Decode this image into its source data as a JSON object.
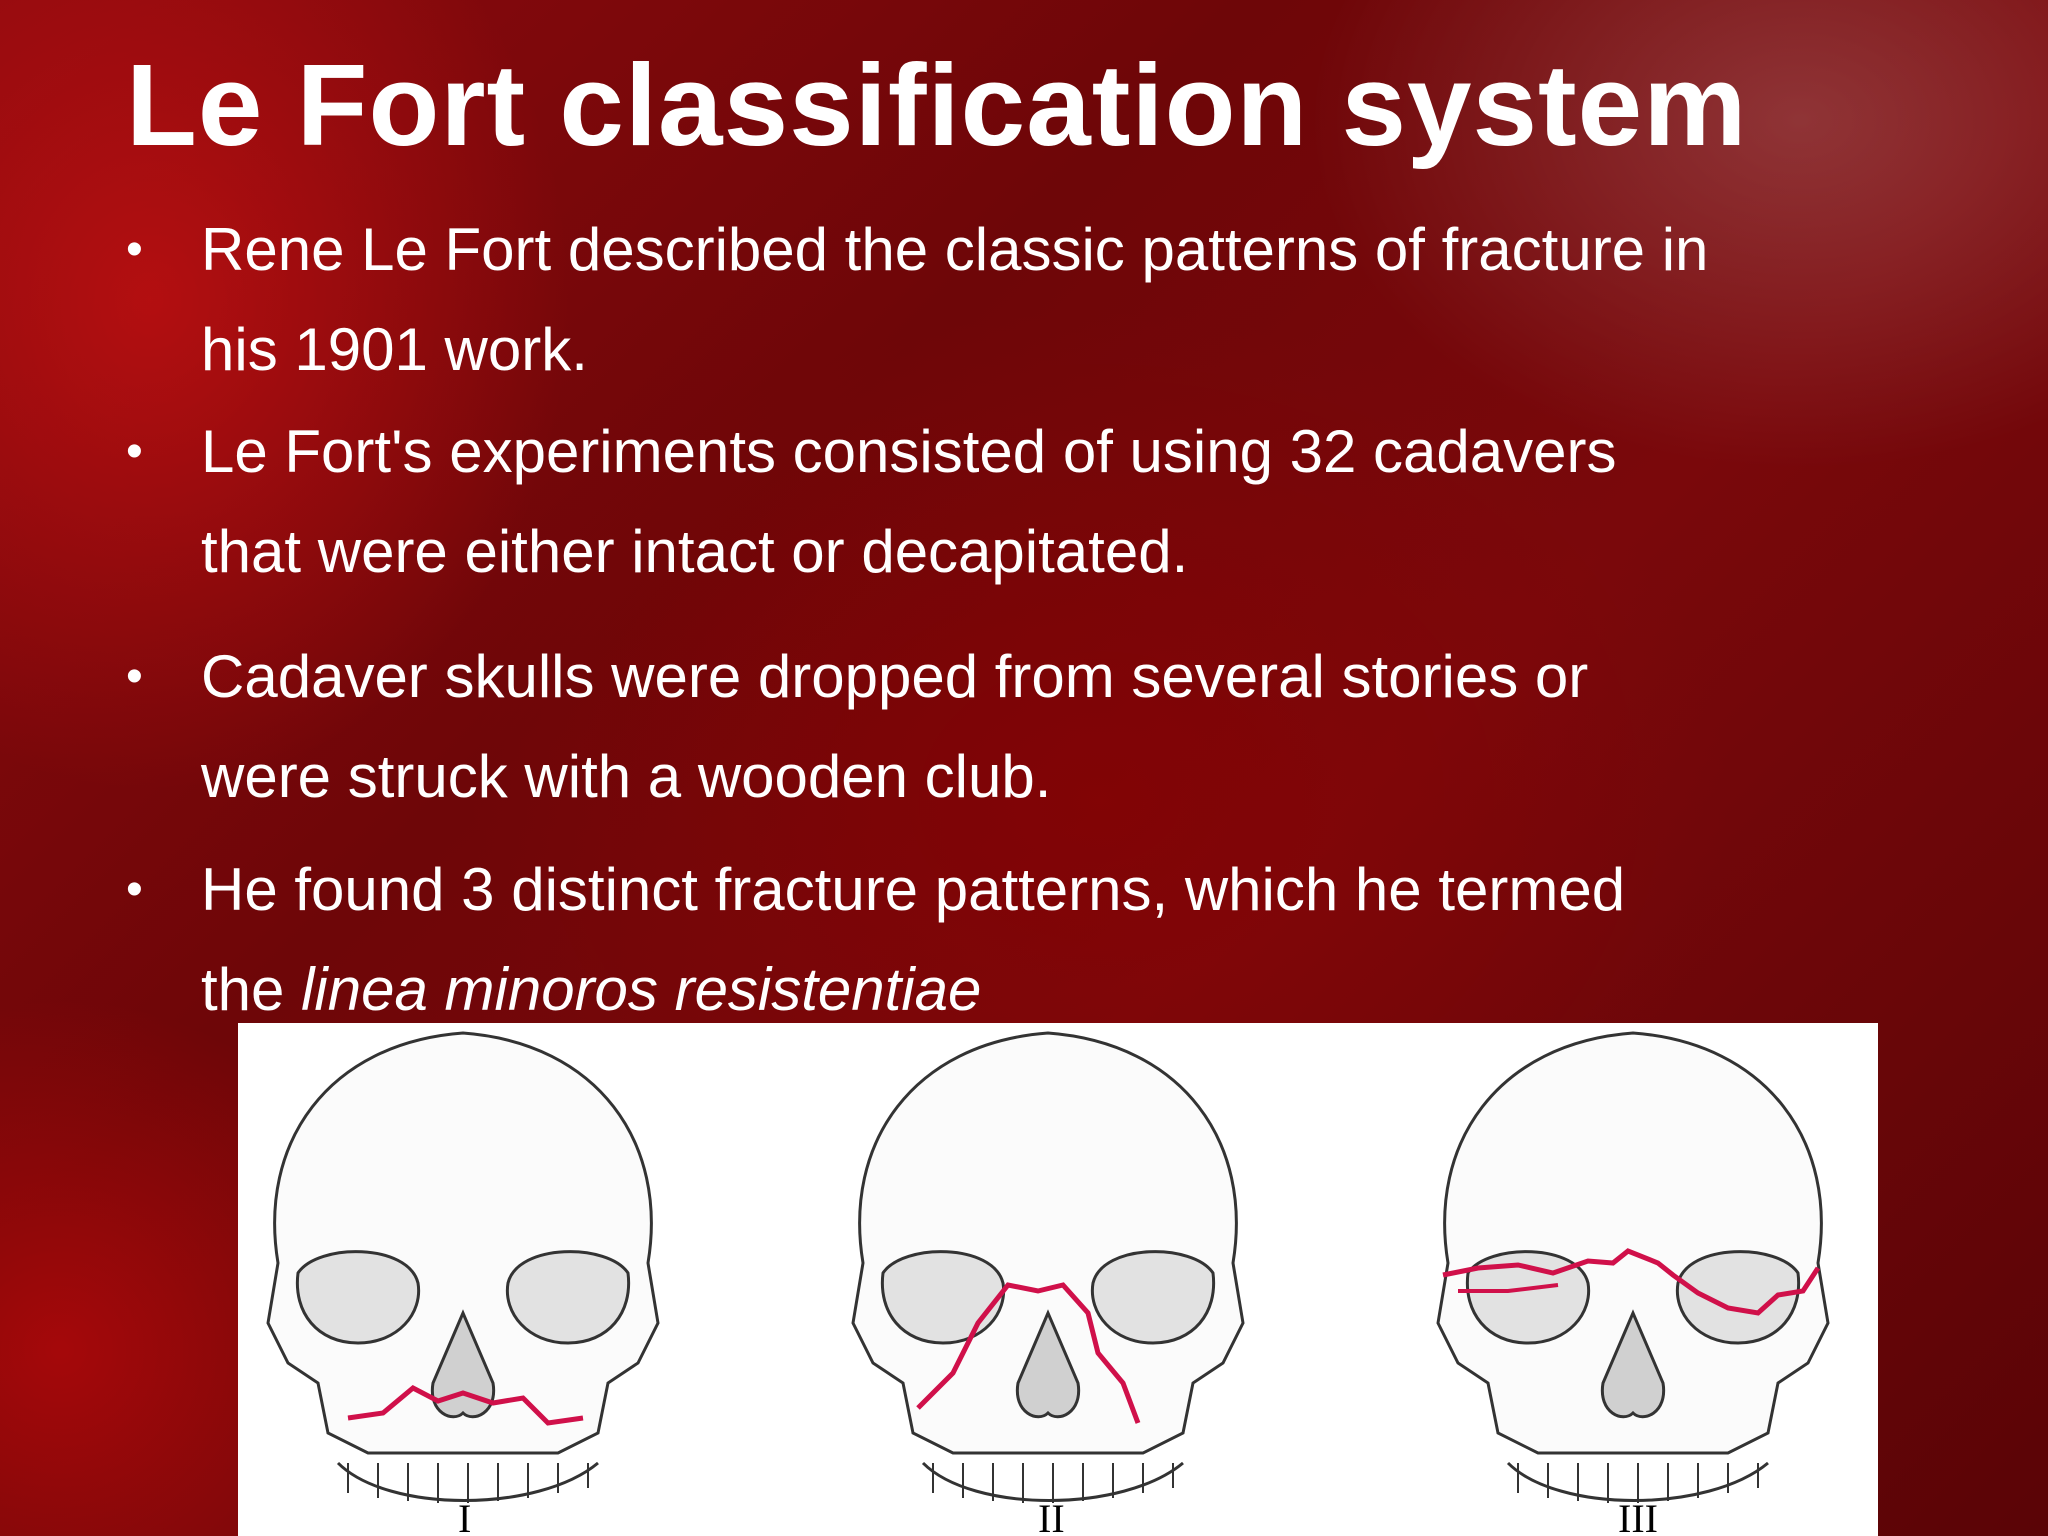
{
  "slide": {
    "title": "Le Fort classification system",
    "bullets": [
      {
        "lines": [
          "Rene Le Fort described the classic patterns of fracture in",
          "his 1901 work."
        ]
      },
      {
        "lines": [
          "Le Fort's experiments consisted of using 32 cadavers",
          "that were either intact or decapitated."
        ]
      },
      {
        "lines": [
          "Cadaver skulls were dropped  from several stories or",
          "were struck  with a wooden club."
        ]
      },
      {
        "line1": "He found 3 distinct fracture patterns, which he termed",
        "line2_prefix": "the ",
        "line2_italic": "linea minoros resistentiae"
      }
    ],
    "bullet_glyph": "•"
  },
  "figure": {
    "labels": [
      "I",
      "II",
      "III"
    ],
    "fracture_color": "#d0104a"
  },
  "colors": {
    "background": "#7a080b",
    "text": "#ffffff"
  }
}
